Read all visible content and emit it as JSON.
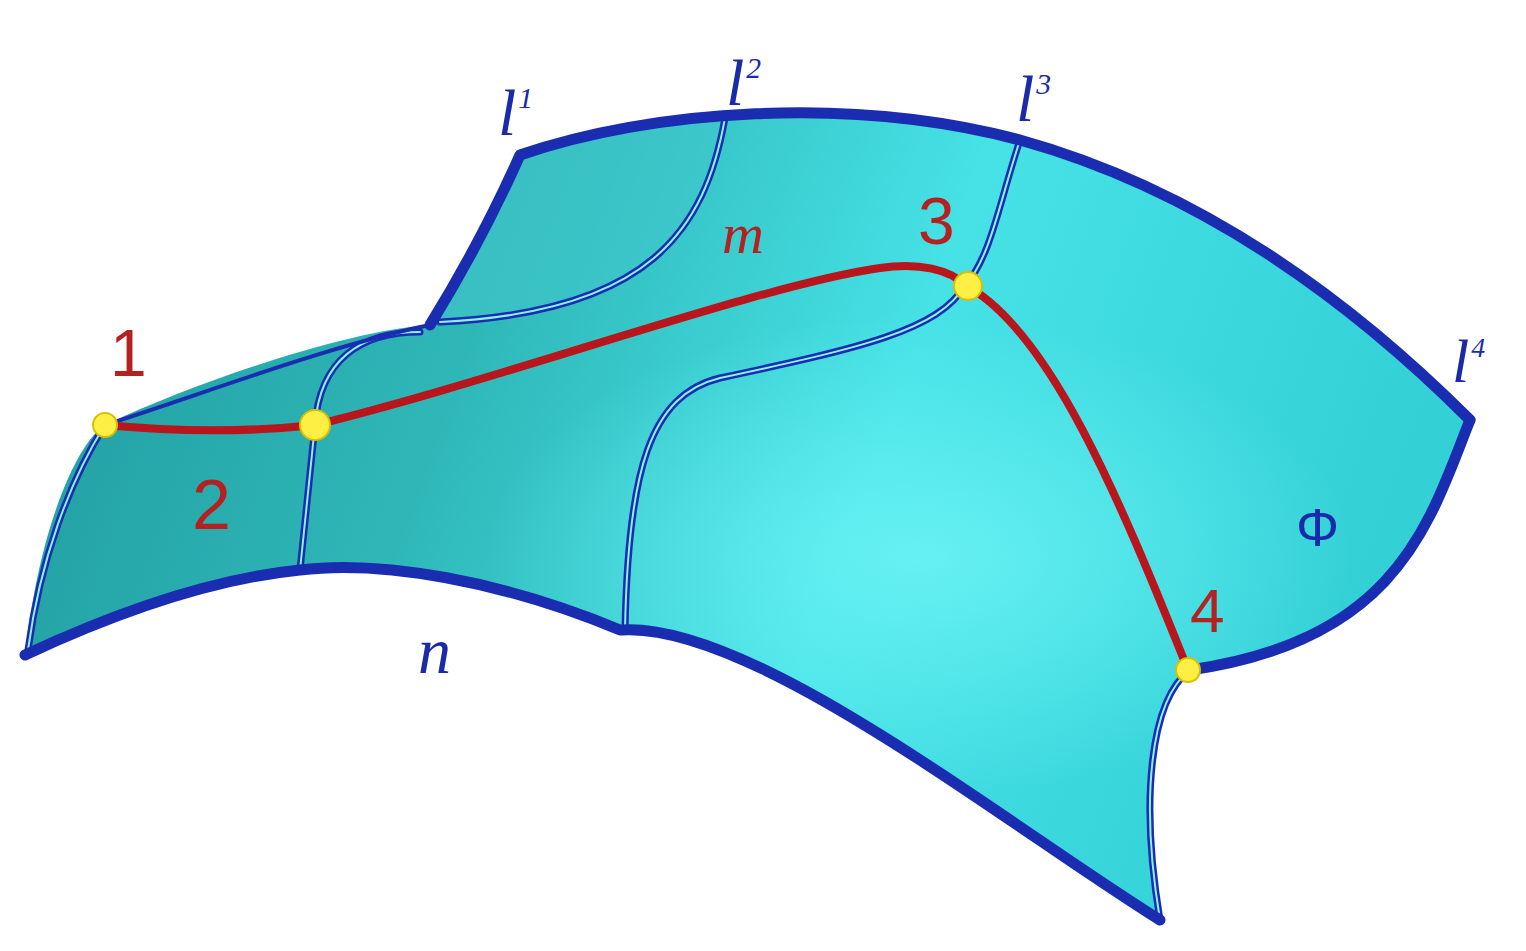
{
  "diagram": {
    "labels": [
      "l1",
      "l2",
      "l3",
      "m",
      "3",
      "1",
      "l4",
      "2",
      "Φ",
      "4",
      "n"
    ]
  }
}
